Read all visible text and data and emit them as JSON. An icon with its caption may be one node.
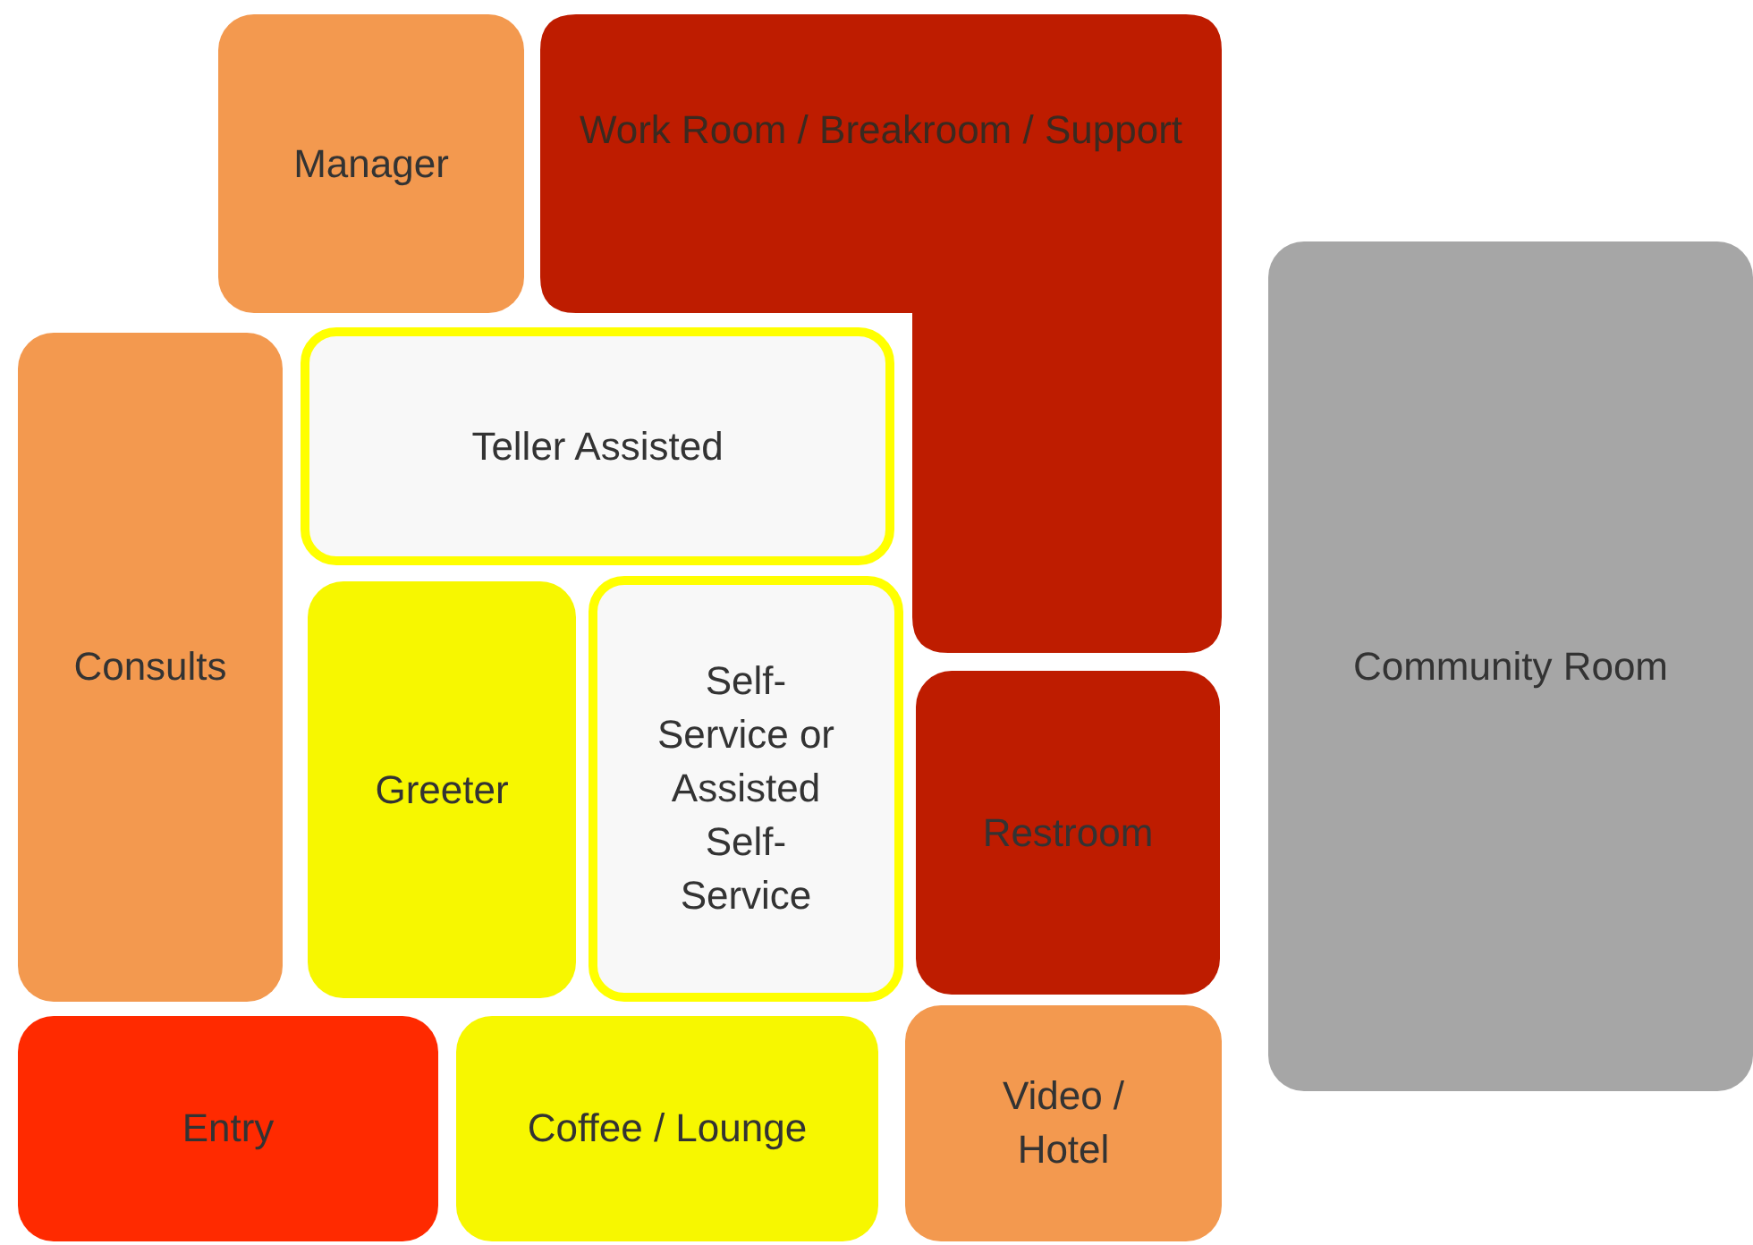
{
  "diagram": {
    "nodes": [
      {
        "text": [
          "Manager"
        ]
      },
      {
        "text": [
          "Work Room / Breakroom / Support"
        ]
      },
      {
        "text": [
          "Community Room"
        ]
      },
      {
        "text": [
          "Consults"
        ]
      },
      {
        "text": [
          "Teller Assisted"
        ]
      },
      {
        "text": [
          "Greeter"
        ]
      },
      {
        "text": [
          "Self-Service or Assisted Self-Service"
        ]
      },
      {
        "text": [
          "Restroom"
        ]
      },
      {
        "text": [
          "Entry"
        ]
      },
      {
        "text": [
          "Coffee / Lounge"
        ]
      },
      {
        "text": [
          "Video / Hotel"
        ]
      }
    ]
  }
}
